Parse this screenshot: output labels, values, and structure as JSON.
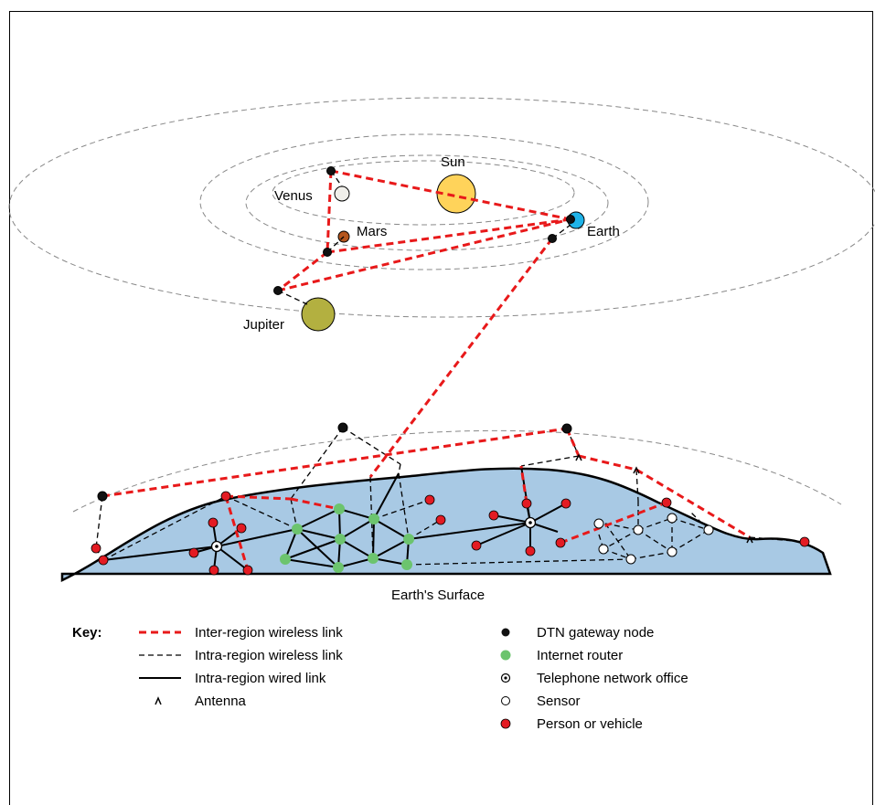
{
  "title": "",
  "planets": {
    "sun": "Sun",
    "venus": "Venus",
    "mars": "Mars",
    "earth": "Earth",
    "jupiter": "Jupiter"
  },
  "surface_label": "Earth's Surface",
  "key": {
    "title": "Key:",
    "links": [
      {
        "label": "Inter-region wireless link",
        "style": "red-dashed"
      },
      {
        "label": "Intra-region wireless link",
        "style": "black-dashed"
      },
      {
        "label": "Intra-region wired link",
        "style": "black-solid"
      },
      {
        "label": "Antenna",
        "style": "antenna"
      }
    ],
    "nodes": [
      {
        "label": "DTN gateway node",
        "style": "gateway"
      },
      {
        "label": "Internet router",
        "style": "router"
      },
      {
        "label": "Telephone network office",
        "style": "telephone"
      },
      {
        "label": "Sensor",
        "style": "sensor"
      },
      {
        "label": "Person or vehicle",
        "style": "person"
      }
    ]
  },
  "colors": {
    "inter_region": "#e8191a",
    "gateway": "#111111",
    "router": "#6cc46e",
    "person": "#e31b23",
    "sensor": "#ffffff",
    "earth_fill": "#a8c9e4",
    "sun": "#ffd35a",
    "earth_planet": "#1fb3e8",
    "venus": "#f0efea",
    "mars": "#b5561e",
    "jupiter": "#b3b040"
  }
}
